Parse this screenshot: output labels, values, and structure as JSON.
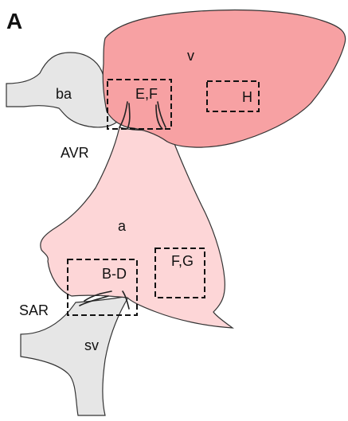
{
  "panel_letter": "A",
  "labels": {
    "ventricle": "v",
    "bulbus_arteriosus": "ba",
    "atrium": "a",
    "sinus_venosus": "sv",
    "atrioventricular_region": "AVR",
    "sinoatrial_region": "SAR"
  },
  "boxes": {
    "avr_box": "E,F",
    "ventricle_box": "H",
    "sar_box": "B-D",
    "atrium_box": "F,G"
  },
  "colors": {
    "ventricle_fill": "#f7a1a3",
    "atrium_fill": "#fdd6d7",
    "vessel_fill": "#e6e6e6",
    "outline": "#333333",
    "dashed_box": "#111111"
  }
}
